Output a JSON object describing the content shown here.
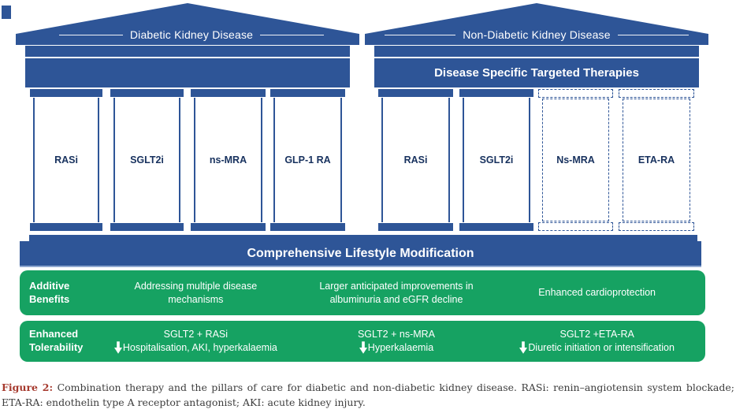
{
  "colors": {
    "blue": "#2E5597",
    "green": "#16A262",
    "caption-red": "#A63A2E",
    "caption-text": "#3D3D3D"
  },
  "temples": [
    {
      "title": "Diabetic Kidney Disease",
      "architrave": "",
      "pillars": [
        {
          "label": "RASi",
          "dashed": false
        },
        {
          "label": "SGLT2i",
          "dashed": false
        },
        {
          "label": "ns-MRA",
          "dashed": false
        },
        {
          "label": "GLP-1 RA",
          "dashed": false
        }
      ]
    },
    {
      "title": "Non-Diabetic Kidney Disease",
      "architrave": "Disease Specific Targeted Therapies",
      "pillars": [
        {
          "label": "RASi",
          "dashed": false
        },
        {
          "label": "SGLT2i",
          "dashed": false
        },
        {
          "label": "Ns-MRA",
          "dashed": true
        },
        {
          "label": "ETA-RA",
          "dashed": true
        }
      ]
    }
  ],
  "base_label": "Comprehensive Lifestyle Modification",
  "rows": [
    {
      "label_line1": "Additive",
      "label_line2": "Benefits",
      "cells": [
        {
          "line1": "Addressing multiple disease",
          "line2": "mechanisms",
          "arrow": false
        },
        {
          "line1": "Larger anticipated improvements in",
          "line2": "albuminuria and eGFR decline",
          "arrow": false
        },
        {
          "line1": "Enhanced cardioprotection",
          "line2": "",
          "arrow": false
        }
      ]
    },
    {
      "label_line1": "Enhanced",
      "label_line2": "Tolerability",
      "cells": [
        {
          "line1": "SGLT2 + RASi",
          "line2": "Hospitalisation, AKI, hyperkalaemia",
          "arrow": true
        },
        {
          "line1": "SGLT2 + ns-MRA",
          "line2": "Hyperkalaemia",
          "arrow": true
        },
        {
          "line1": "SGLT2 +ETA-RA",
          "line2": "Diuretic initiation or intensification",
          "arrow": true
        }
      ]
    }
  ],
  "caption": {
    "label": "Figure 2:",
    "text": " Combination therapy and the pillars of care for diabetic and non-diabetic kidney disease. RASi: renin–angiotensin system blockade; ETA-RA: endothelin type A receptor antagonist; AKI: acute kidney injury."
  }
}
